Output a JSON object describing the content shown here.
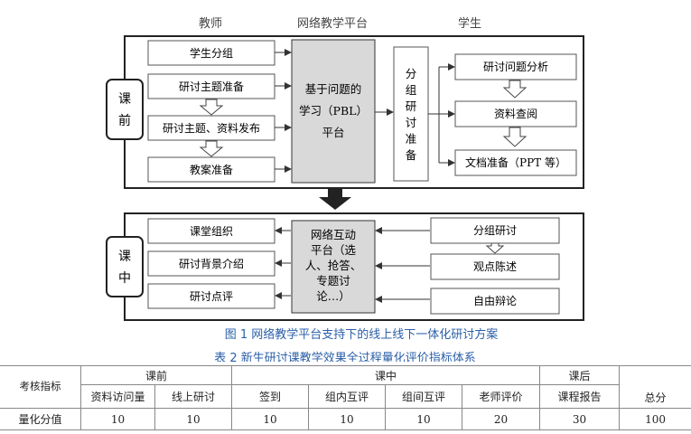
{
  "columns": {
    "teacher": "教师",
    "platform": "网络教学平台",
    "student": "学生"
  },
  "pre_class": {
    "phase_label": "课前",
    "teacher_items": [
      "学生分组",
      "研讨主题准备",
      "研讨主题、资料发布",
      "教案准备"
    ],
    "platform_label": "基于问题的学习（PBL）平台",
    "platform_lines": [
      "基于问题的",
      "学习（PBL）",
      "平台"
    ],
    "group_lines": [
      "分",
      "组",
      "研",
      "讨",
      "准",
      "备"
    ],
    "student_items": [
      "研讨问题分析",
      "资料查阅",
      "文档准备（PPT 等）"
    ]
  },
  "in_class": {
    "phase_label": "课中",
    "teacher_items": [
      "课堂组织",
      "研讨背景介绍",
      "研讨点评"
    ],
    "platform_label": "网络互动平台（选人、抢答、专题讨论…）",
    "platform_lines": [
      "网络互动",
      "平台（选",
      "人、抢答、",
      "专题讨",
      "论…）"
    ],
    "student_items": [
      "分组研讨",
      "观点陈述",
      "自由辩论"
    ]
  },
  "figure_caption": "图 1 网络教学平台支持下的线上线下一体化研讨方案",
  "table_caption": "表 2 新生研讨课教学效果全过程量化评价指标体系",
  "table": {
    "corner_label": "考核指标",
    "groups": [
      {
        "label": "课前",
        "span": 2
      },
      {
        "label": "课中",
        "span": 4
      },
      {
        "label": "课后",
        "span": 1
      }
    ],
    "total_label": "总分",
    "subheaders": [
      "资料访问量",
      "线上研讨",
      "签到",
      "组内互评",
      "组间互评",
      "老师评价",
      "课程报告"
    ],
    "row_label": "量化分值",
    "values": [
      "10",
      "10",
      "10",
      "10",
      "10",
      "20",
      "30"
    ],
    "total_value": "100"
  },
  "colors": {
    "caption": "#2b5fa8",
    "platform_fill": "#d9d9d9",
    "line": "#333333"
  }
}
